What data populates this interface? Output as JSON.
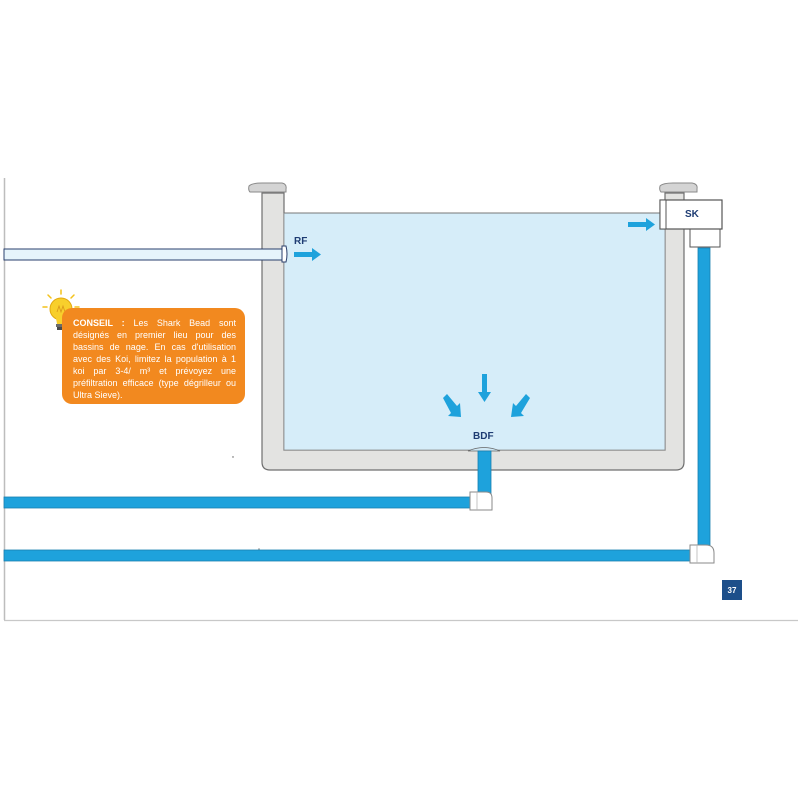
{
  "labels": {
    "return_inlet": "RF",
    "skimmer": "SK",
    "bottom_drain": "BDF"
  },
  "tip": {
    "title": "CONSEIL :",
    "text": "Les Shark Bead sont désignés en premier lieu pour des bassins de nage. En cas d'utilisation avec des Koi, limitez la population à 1 koi par 3-4/ m³ et prévoyez une préfiltration efficace (type dégrilleur ou Ultra Sieve)."
  },
  "page_number": "37",
  "colors": {
    "water": "#d6edf9",
    "wall": "#e3e3e1",
    "pipe": "#1ea2dc",
    "arrow": "#1ea2dc",
    "label": "#1e3c73",
    "tip_box": "#f2891f",
    "page_badge": "#1d4f8a"
  },
  "icons": {
    "tip": "lightbulb-icon"
  }
}
